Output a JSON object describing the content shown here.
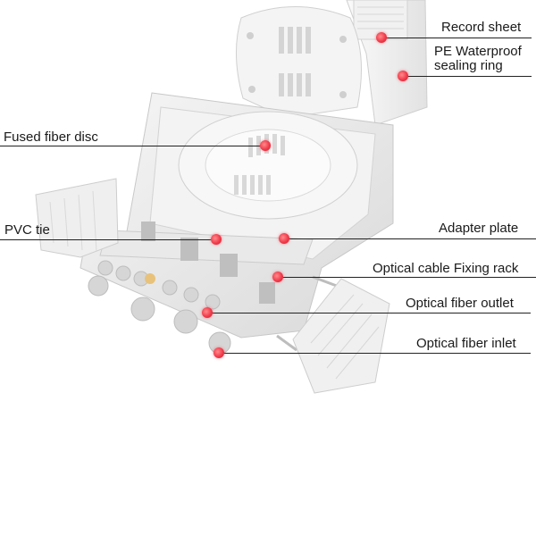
{
  "labels": {
    "record_sheet": "Record sheet",
    "pe_ring_line1": "PE Waterproof",
    "pe_ring_line2": "sealing ring",
    "fused_fiber_disc": "Fused fiber disc",
    "pvc_tie": "PVC tie",
    "adapter_plate": "Adapter plate",
    "cable_fixing_rack": "Optical cable Fixing rack",
    "fiber_outlet": "Optical fiber outlet",
    "fiber_inlet": "Optical fiber inlet"
  },
  "colors": {
    "marker": "#f03a4a",
    "leader_line": "#222222",
    "enclosure_body": "#ececec",
    "enclosure_shadow": "#cfcfcf"
  }
}
